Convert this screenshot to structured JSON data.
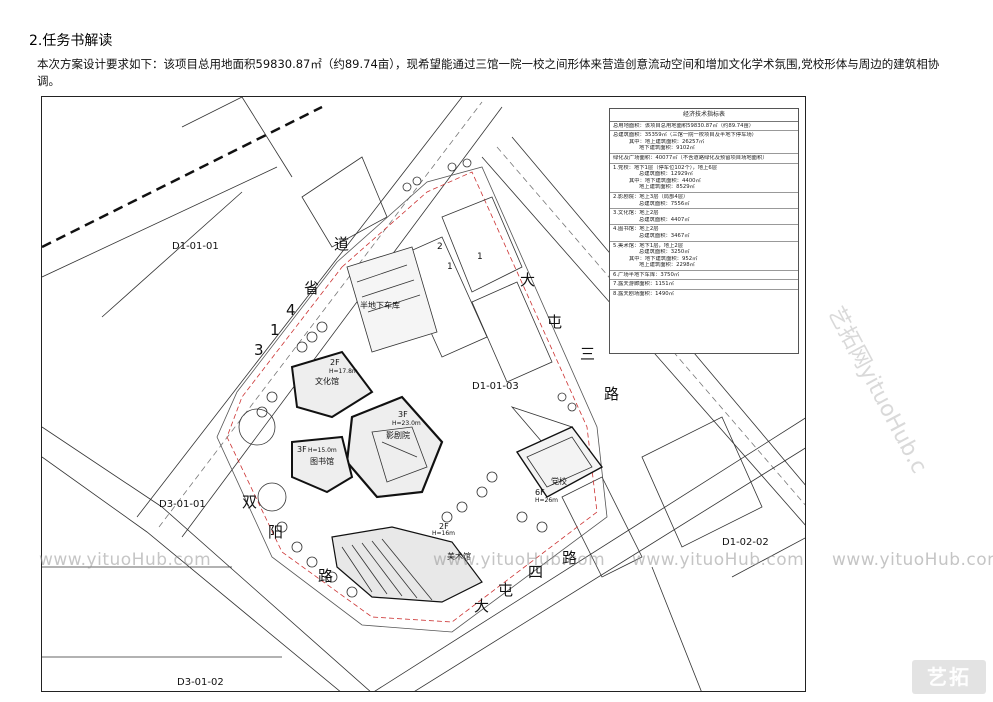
{
  "section_title": "2.任务书解读",
  "intro_text": "本次方案设计要求如下：该项目总用地面积59830.87㎡（约89.74亩），现希望能通过三馆一院一校之间形体来营造创意流动空间和增加文化学术氛围,党校形体与周边的建筑相协调。",
  "plan": {
    "parcels": [
      "D1-01-01",
      "D1-01-03",
      "D3-01-01",
      "D1-02-02",
      "D3-01-02"
    ],
    "roads": {
      "road_314": [
        "3",
        "1",
        "4",
        "省",
        "道"
      ],
      "datun_3": [
        "大",
        "屯",
        "三",
        "路"
      ],
      "datun_4": [
        "大",
        "屯",
        "四",
        "路"
      ],
      "shuangliang": [
        "双",
        "阳",
        "路"
      ]
    },
    "buildings": {
      "culture": {
        "floors": "2F",
        "height": "H=17.8m",
        "name": "文化馆"
      },
      "library": {
        "floors": "3F",
        "height": "H=15.0m",
        "name": "图书馆"
      },
      "theater": {
        "floors": "3F",
        "height": "H=23.0m",
        "name": "影剧院"
      },
      "art": {
        "floors": "2F",
        "height": "H=16m",
        "name": "美术馆"
      },
      "party_school": {
        "floors": "6F",
        "height": "H=26m",
        "name": "党校"
      },
      "garage": {
        "name": "半地下车库"
      }
    },
    "markers": [
      "2",
      "1",
      "1"
    ]
  },
  "stats": {
    "title": "经济技术指标表",
    "rows": [
      {
        "lines": [
          "总用地面积：该项目总用地面积59830.87㎡（约89.74亩）"
        ]
      },
      {
        "lines": [
          "总建筑面积：35359㎡（三馆一院一校项目及半地下停车场）",
          "其中：地上建筑面积：26257㎡",
          "地下建筑面积：9102㎡"
        ]
      },
      {
        "lines": [
          "绿化及广场面积：40077㎡（不含道路绿化及预留项目场地面积）"
        ]
      },
      {
        "lines": [
          "1.党校：地下1层（停车位102个），地上6层",
          "总建筑面积：12929㎡",
          "其中：地下建筑面积：4400㎡",
          "地上建筑面积：8529㎡"
        ]
      },
      {
        "lines": [
          "2.影剧院：地上3层（局部4层）",
          "总建筑面积：7556㎡"
        ]
      },
      {
        "lines": [
          "3.文化馆：地上2层",
          "总建筑面积：4407㎡"
        ]
      },
      {
        "lines": [
          "4.图书馆：地上2层",
          "总建筑面积：3467㎡"
        ]
      },
      {
        "lines": [
          "5.美术馆：地下1层，地上2层",
          "总建筑面积：3250㎡",
          "其中：地下建筑面积：952㎡",
          "地上建筑面积：2298㎡"
        ]
      },
      {
        "lines": [
          "6.广场半地下车库：3750㎡"
        ]
      },
      {
        "lines": [
          "7.露天游廊面积：1151㎡"
        ]
      },
      {
        "lines": [
          "8.露天剧场面积：1490㎡"
        ]
      }
    ]
  },
  "watermarks": {
    "url": "www.yituoHub.com",
    "side": "艺拓网yituoHub.c",
    "logo": "艺拓"
  }
}
